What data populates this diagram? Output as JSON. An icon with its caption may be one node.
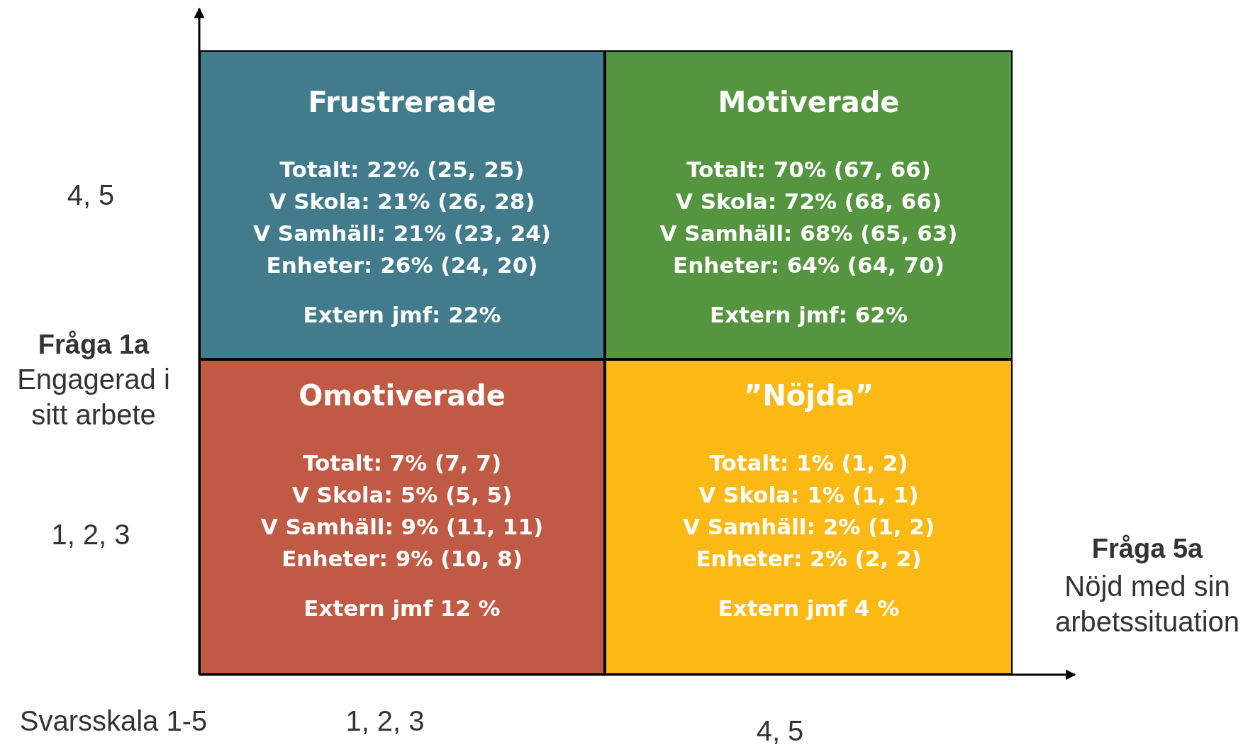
{
  "diagram": {
    "nodes": [
      {
        "text": [
          "Frustrerade",
          "Totalt: 22% (25, 25)",
          "V Skola: 21% (26, 28)",
          "V Samhäll: 21% (23, 24)",
          "Enheter: 26% (24, 20)",
          "Extern jmf: 22%"
        ]
      },
      {
        "text": [
          "Motiverade",
          "Totalt: 70% (67, 66)",
          "V Skola: 72% (68, 66)",
          "V Samhäll: 68% (65, 63)",
          "Enheter: 64% (64, 70)",
          "Extern jmf: 62%"
        ]
      },
      {
        "text": [
          "Omotiverade",
          "Totalt: 7% (7, 7)",
          "V Skola: 5% (5, 5)",
          "V Samhäll: 9% (11, 11)",
          "Enheter: 9% (10, 8)",
          "Extern jmf 12 %"
        ]
      },
      {
        "text": [
          "”Nöjda”",
          "Totalt: 1% (1, 2)",
          "V Skola: 1% (1, 1)",
          "V Samhäll: 2% (1, 2)",
          "Enheter: 2% (2, 2)",
          "Extern jmf 4 %"
        ]
      }
    ],
    "labels": [
      "4, 5",
      "Fråga 1a",
      "Engagerad i sitt arbete",
      "1, 2, 3",
      "Fråga 5a",
      "Nöjd med sin arbetssituation",
      "Svarsskala 1-5",
      "1, 2, 3",
      "4, 5"
    ]
  }
}
